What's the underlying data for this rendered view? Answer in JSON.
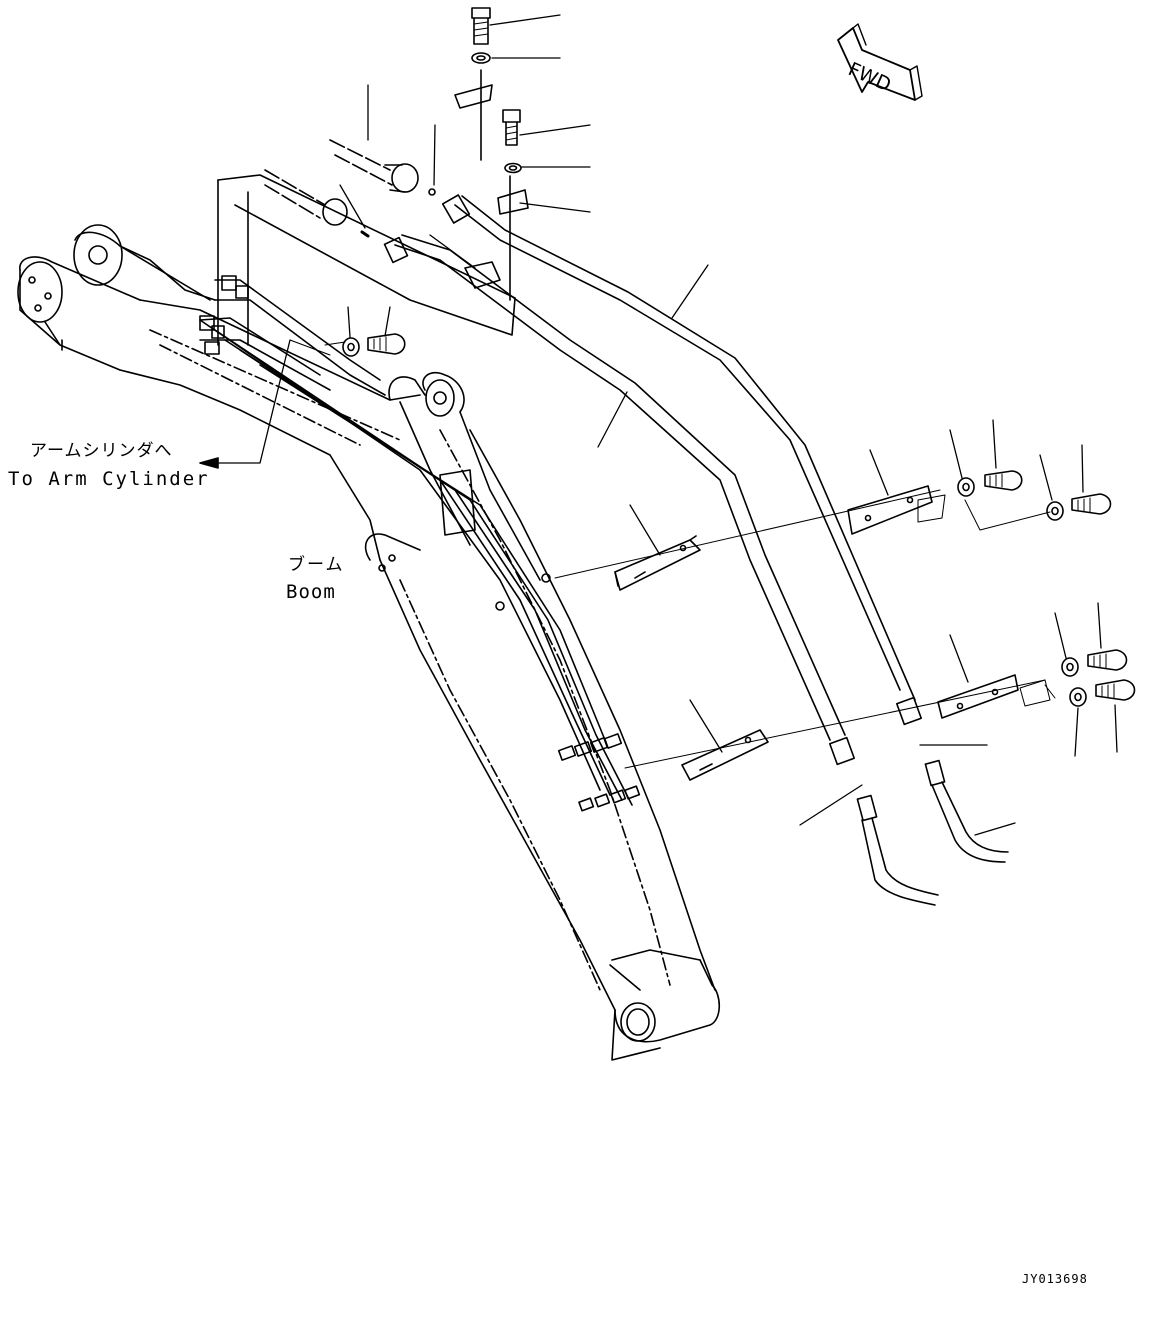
{
  "labels": {
    "arm_cylinder_jp": "アームシリンダへ",
    "arm_cylinder_en": "To Arm Cylinder",
    "boom_jp": "ブーム",
    "boom_en": "Boom",
    "forward": "FWD",
    "drawing_number": "JY013698"
  },
  "colors": {
    "line": "#000000",
    "background": "#ffffff"
  },
  "icons": {
    "forward_arrow": "fwd-arrow-icon"
  }
}
